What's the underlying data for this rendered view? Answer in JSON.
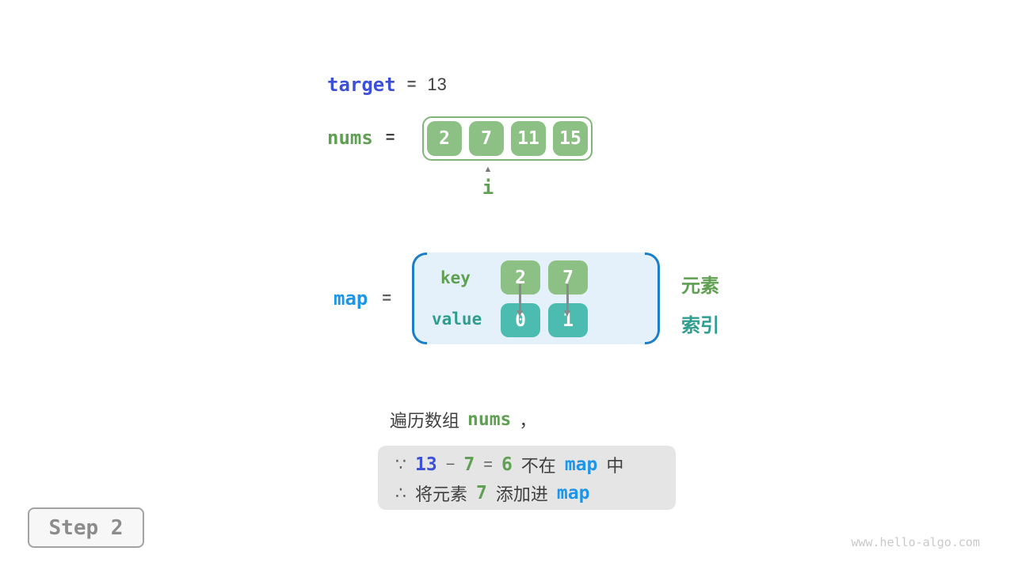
{
  "colors": {
    "code_indigo": "#3D50D8",
    "code_green": "#5FA052",
    "code_teal": "#2F9E8F",
    "code_blue": "#1E96E8",
    "cell_green": "#8CC084",
    "cell_teal": "#4CBCB0",
    "array_border_green": "#7FB577",
    "map_bracket_blue": "#1C7EC8",
    "map_background": "#E4F1FA",
    "reason_box_background": "#E5E5E5",
    "text_dark": "#3F3F3F"
  },
  "target_row": {
    "label": "target",
    "equals": "=",
    "value": "13"
  },
  "nums_row": {
    "label": "nums",
    "equals": "=",
    "cells": [
      "2",
      "7",
      "11",
      "15"
    ],
    "pointer_label": "i"
  },
  "map_row": {
    "label": "map",
    "equals": "=",
    "key_label": "key",
    "value_label": "value",
    "keys": [
      "2",
      "7"
    ],
    "values": [
      "0",
      "1"
    ],
    "element_label": "元素",
    "index_label": "索引"
  },
  "caption": {
    "text": "遍历数组",
    "code": "nums",
    "comma": "，"
  },
  "reason_box": {
    "line1": {
      "because": "∵",
      "minuend": "13",
      "minus": "−",
      "subtrahend": "7",
      "equals": "=",
      "difference": "6",
      "not_in": "不在",
      "map": "map",
      "suffix": "中"
    },
    "line2": {
      "therefore": "∴",
      "prefix": "将元素",
      "value": "7",
      "suffix": "添加进",
      "map": "map"
    }
  },
  "step_badge": "Step 2",
  "watermark": "www.hello-algo.com"
}
